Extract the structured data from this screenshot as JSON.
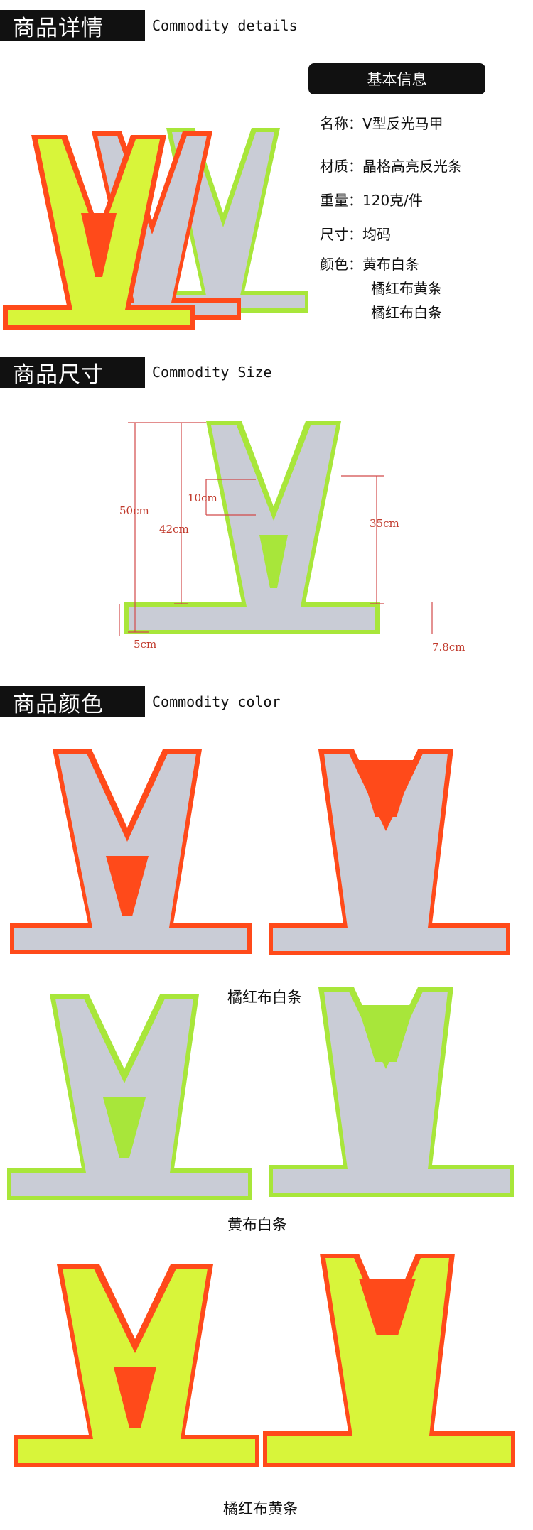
{
  "sections": {
    "details": {
      "cn": "商品详情",
      "en": "Commodity details"
    },
    "size": {
      "cn": "商品尺寸",
      "en": "Commodity Size"
    },
    "color": {
      "cn": "商品颜色",
      "en": "Commodity color"
    }
  },
  "info": {
    "title": "基本信息",
    "name": "名称：V型反光马甲",
    "material": "材质：晶格高亮反光条",
    "weight": "重量：120克/件",
    "size": "尺寸：均码",
    "color_label": "颜色：黄布白条",
    "color2": "橘红布黄条",
    "color3": "橘红布白条"
  },
  "dimensions": {
    "d50": "50cm",
    "d42": "42cm",
    "d10": "10cm",
    "d35": "35cm",
    "d5": "5cm",
    "d78": "7.8cm"
  },
  "captions": {
    "c1": "橘红布白条",
    "c2": "黄布白条",
    "c3": "橘红布黄条"
  },
  "colors": {
    "orange": "#ff4a1a",
    "yellow": "#d8f53a",
    "lime": "#a8e63a",
    "silver": "#c9ccd6",
    "black": "#111111"
  }
}
